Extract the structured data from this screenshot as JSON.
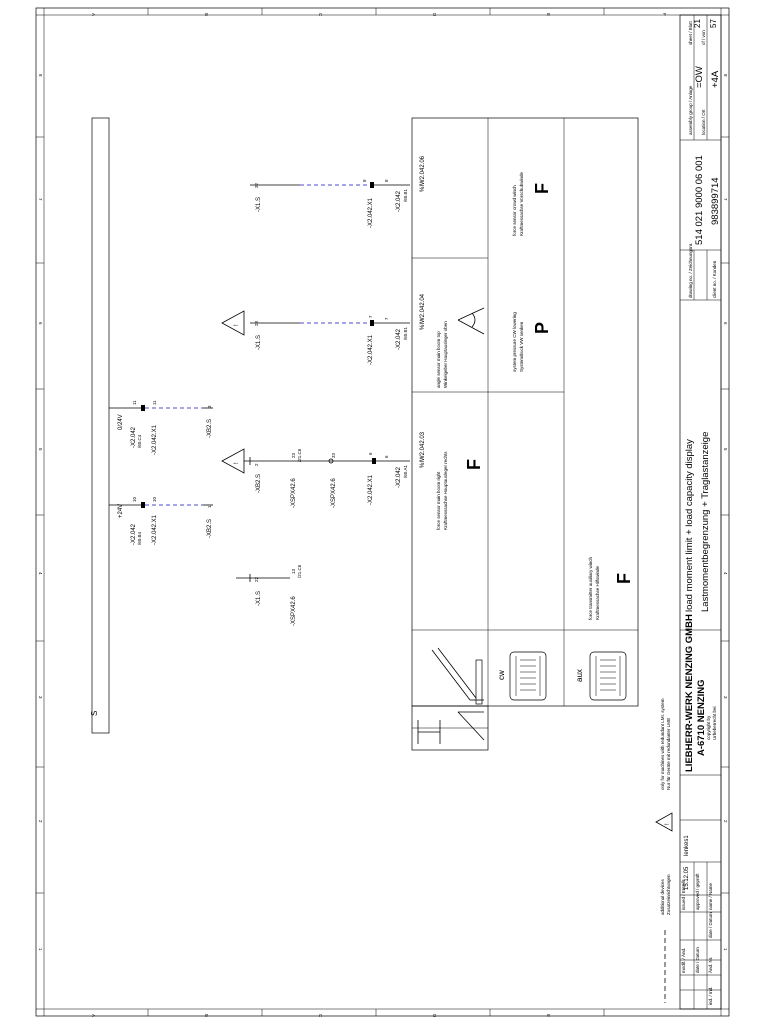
{
  "grid": {
    "cols": [
      "A",
      "B",
      "C",
      "D",
      "E",
      "F"
    ],
    "rows": [
      "1",
      "2",
      "3",
      "4",
      "5",
      "6",
      "7",
      "8"
    ]
  },
  "supply": {
    "label_s": "S",
    "label_24v": "+24V",
    "label_0v": "0/24V"
  },
  "wires": {
    "col1": {
      "x1s": "-X1.S",
      "x1s_pin": "22",
      "xspx": "-XSPX42.6",
      "xspx_pin": "13",
      "xspx_ref": "/21.C6"
    },
    "col2": {
      "x2042_top": "-X2.042",
      "x2042_top_pin": "10",
      "x2042_top_ref": "/60.B4",
      "x2042_x1": "-X2.042.X1",
      "x2042_x1_pin": "10",
      "xb2s": "-XB2.S",
      "xb2s_pin": "1",
      "xb2s_mid": "-XB2.S",
      "xb2s_mid_pin": "2",
      "xspx_mid": "-XSPX42.6",
      "xspx_mid_pin": "23",
      "xspx_mid_ref": "/21.C6",
      "xspx_low": "-XSPX42.6",
      "xspx_low_pin": "33",
      "x2042_x1_low": "-X2.042.X1",
      "x2042_x1_low_pin": "6",
      "x2042_low": "-X2.042",
      "x2042_low_pin": "6",
      "x2042_low_ref": "/60.A1",
      "fn": "%IW2.042.03"
    },
    "col3": {
      "x2042_top": "-X2.042",
      "x2042_top_pin": "11",
      "x2042_top_ref": "/60.C4",
      "x2042_x1": "-X2.042.X1",
      "x2042_x1_pin": "11",
      "xb2s": "-XB2.S",
      "xb2s_pin": "3"
    },
    "col4": {
      "x1s": "-X1.S",
      "x1s_pin": "23",
      "x2042_x1": "-X2.042.X1",
      "x2042_x1_pin": "7",
      "x2042": "-X2.042",
      "x2042_pin": "7",
      "x2042_ref": "/60.B1",
      "fn": "%IW2.042.04"
    },
    "col5": {
      "x1s": "-X1.S",
      "x1s_pin": "32",
      "x2042_x1": "-X2.042.X1",
      "x2042_x1_pin": "8",
      "x2042": "-X2.042",
      "x2042_pin": "8",
      "x2042_ref": "/60.B1",
      "fn": "%IW2.042.06"
    }
  },
  "sensors": {
    "main_boom": {
      "en": "force sensor main boom right",
      "de": "Kraftmesssachse Hauptausleger rechts",
      "symbol": "F"
    },
    "angle": {
      "en": "angle sensor main boom top",
      "de": "Winkelgeber Hauptausleger oben"
    },
    "pressure": {
      "en": "system pressure CW lowering",
      "de": "Systemdruck VW senken",
      "symbol": "P"
    },
    "crowd": {
      "en": "force sensor crowd winch",
      "de": "Kraftmessachse Vorschubwinde",
      "symbol": "F"
    },
    "aux": {
      "en": "force transmitter auxiliary winch",
      "de": "Kraftmessachse Hilfswinde",
      "symbol": "F"
    }
  },
  "icons": {
    "cw_label": "cw",
    "aux_label": "aux",
    "warn_mark": "!"
  },
  "notes": {
    "additional_en": "additional devices",
    "additional_de": "Zusatzeinrichtungen",
    "redundant_en": "only for machines with redundant LMI. system",
    "redundant_de": "Nur für Geräte mit redundanter LMB"
  },
  "title_block": {
    "company": "LIEBHERR-WERK NENZING GMBH",
    "city": "A-6710 NENZING",
    "copyright_1": "copyright by",
    "copyright_2": "Urheberrecht bei",
    "title_en": "load moment limit + load capacity display",
    "title_de": "Lastmomentbegrenzung + Traglastanzeige",
    "drawing_no_label": "drawing no. / Zeichnungsnr.",
    "drawing_no": "514 021 9000 06 001",
    "client_label": "client no. / Kunden",
    "client_no": "983899714",
    "assembly_label": "assembly group / Anlage",
    "assembly": "=OW",
    "location_label": "location / Ort",
    "location": "+4A",
    "sheet_label": "sheet / Blatt",
    "sheet": "21",
    "of_label": "of / von",
    "of": "57",
    "issued_label": "issued / Erstellt",
    "approved_label": "approved / geprüft",
    "date_label": "date / Datum",
    "name_label": "name / Name",
    "date": "15.12.05",
    "name": "lenkes1",
    "modif_label": "modif. / Änd.",
    "ind_label": "ind. / Ind.",
    "ind_date_label": "date / Datum",
    "ind_nr_label": "Änd. Nr."
  }
}
